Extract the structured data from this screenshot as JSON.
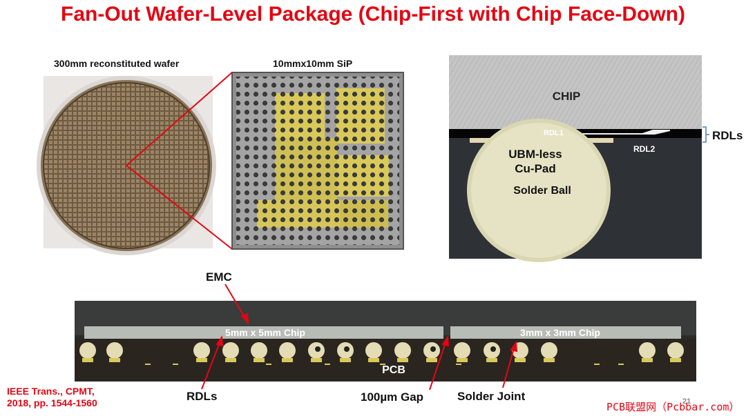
{
  "title": "Fan-Out Wafer-Level Package (Chip-First with Chip Face-Down)",
  "wafer": {
    "label": "300mm reconstituted wafer"
  },
  "sip": {
    "label": "10mmx10mm SiP"
  },
  "cross_section": {
    "chip": "CHIP",
    "rdl1": "RDL1",
    "rdls": "RDLs",
    "rdl2": "RDL2",
    "pad_line1": "UBM-less",
    "pad_line2": "Cu-Pad",
    "ball": "Solder Ball"
  },
  "bottom": {
    "emc": "EMC",
    "chip1": "5mm x 5mm Chip",
    "chip2": "3mm x 3mm Chip",
    "pcb": "PCB",
    "rdls": "RDLs",
    "gap": "100µm Gap",
    "joint": "Solder Joint"
  },
  "citation": {
    "line1": "IEEE Trans., CPMT,",
    "line2": "2018, pp. 1544-1560"
  },
  "watermark": "PCB联盟网（Pcbbar.com）",
  "page_number": "21",
  "colors": {
    "title": "#e30613",
    "zoom_lines": "#e30613",
    "pad_gold": "#d9c95a"
  }
}
